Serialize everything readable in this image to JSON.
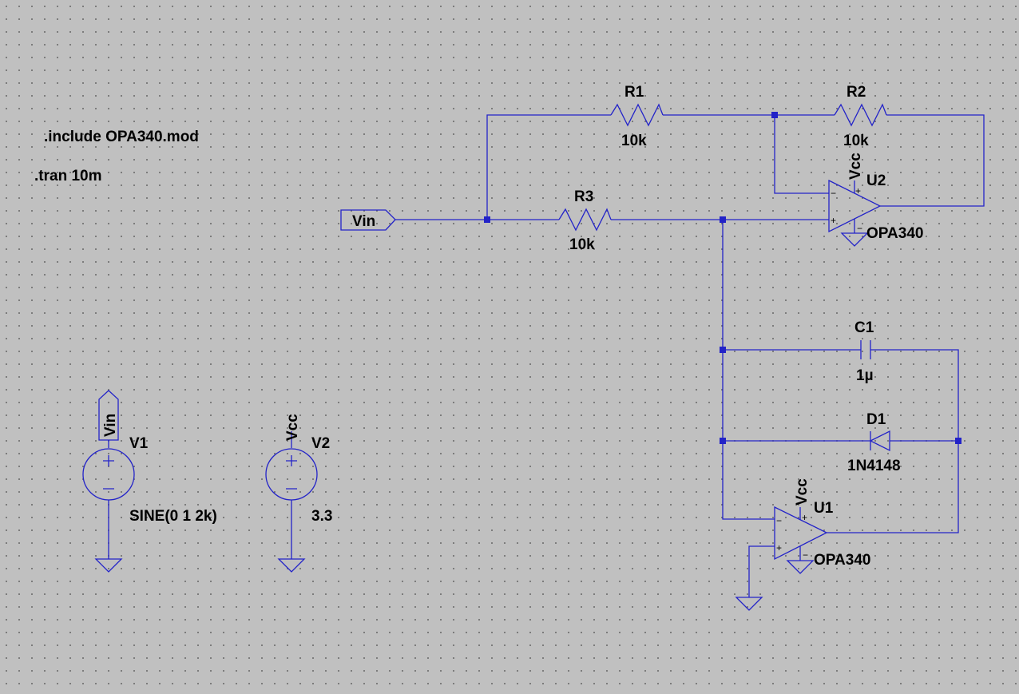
{
  "directives": {
    "include": ".include OPA340.mod",
    "tran": ".tran 10m"
  },
  "net_labels": {
    "vin_port": "Vin",
    "v1_net": "Vin",
    "v2_net": "Vcc",
    "u1_supply": "Vcc",
    "u2_supply": "Vcc"
  },
  "components": {
    "R1": {
      "name": "R1",
      "value": "10k"
    },
    "R2": {
      "name": "R2",
      "value": "10k"
    },
    "R3": {
      "name": "R3",
      "value": "10k"
    },
    "C1": {
      "name": "C1",
      "value": "1µ"
    },
    "D1": {
      "name": "D1",
      "value": "1N4148"
    },
    "U1": {
      "name": "U1",
      "value": "OPA340"
    },
    "U2": {
      "name": "U2",
      "value": "OPA340"
    },
    "V1": {
      "name": "V1",
      "value": "SINE(0 1 2k)"
    },
    "V2": {
      "name": "V2",
      "value": "3.3"
    }
  },
  "pin_marks": {
    "plus": "+",
    "minus": "−"
  },
  "colors": {
    "wire": "#2323c8",
    "background": "#c0c0c0",
    "grid_dot": "#6b6b6b",
    "text": "#000000"
  }
}
